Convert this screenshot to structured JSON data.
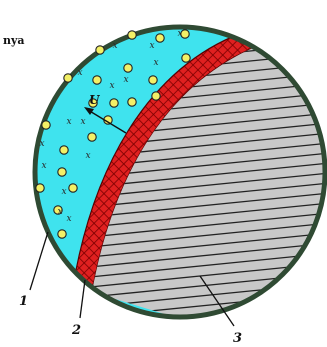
{
  "edge_text": "nya",
  "labels": {
    "one": "1",
    "two": "2",
    "three": "3",
    "velocity": "U"
  },
  "markers": {
    "dot": "o",
    "cross": "x"
  },
  "colors": {
    "outline": "#2f4a33",
    "fluid": "#3fe3ee",
    "layer": "#e02020",
    "layer_grid": "#7a0000",
    "solid": "#c8c8c8",
    "hatch": "#222222",
    "dot_fill": "#f3f066",
    "ink": "#111111"
  }
}
